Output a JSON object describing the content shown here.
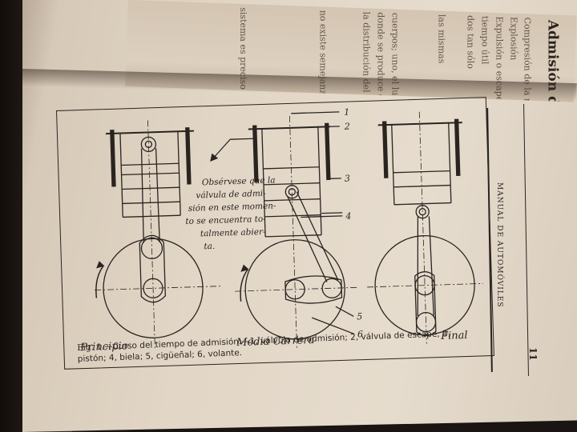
{
  "top_page": {
    "heading": "Admisión de la mezcla",
    "fragments": [
      "Compresión de la mezcla",
      "Explosión",
      "Expulsión o escape",
      "tiempo útil",
      "dos tan sólo",
      "las mismas",
      "cuerpos; uno, el lugar",
      "donde se produce el calor",
      "la distribución del vapor",
      "no existe semejanza",
      "sistema es preciso"
    ]
  },
  "figure": {
    "annotation_text": [
      "Obsérvese que la",
      "válvula de admi-",
      "sión en este momen-",
      "to se encuentra to-",
      "talmente abier-",
      "ta."
    ],
    "callouts": [
      "1",
      "2",
      "3",
      "4",
      "5",
      "6"
    ],
    "stage_labels": {
      "start": "Principio",
      "middle": "Media Carrera",
      "end": "Final"
    }
  },
  "caption": {
    "prefix": "Fig. 1.",
    "text": "—Curso del tiempo de admisión.—1, válvula de admisión; 2, válvula de escape; 3, pistón; 4, biela; 5, cigüeñal; 6, volante."
  },
  "sidebar": {
    "running_head": "MANUAL DE AUTOMÓVILES",
    "page_number": "11"
  }
}
